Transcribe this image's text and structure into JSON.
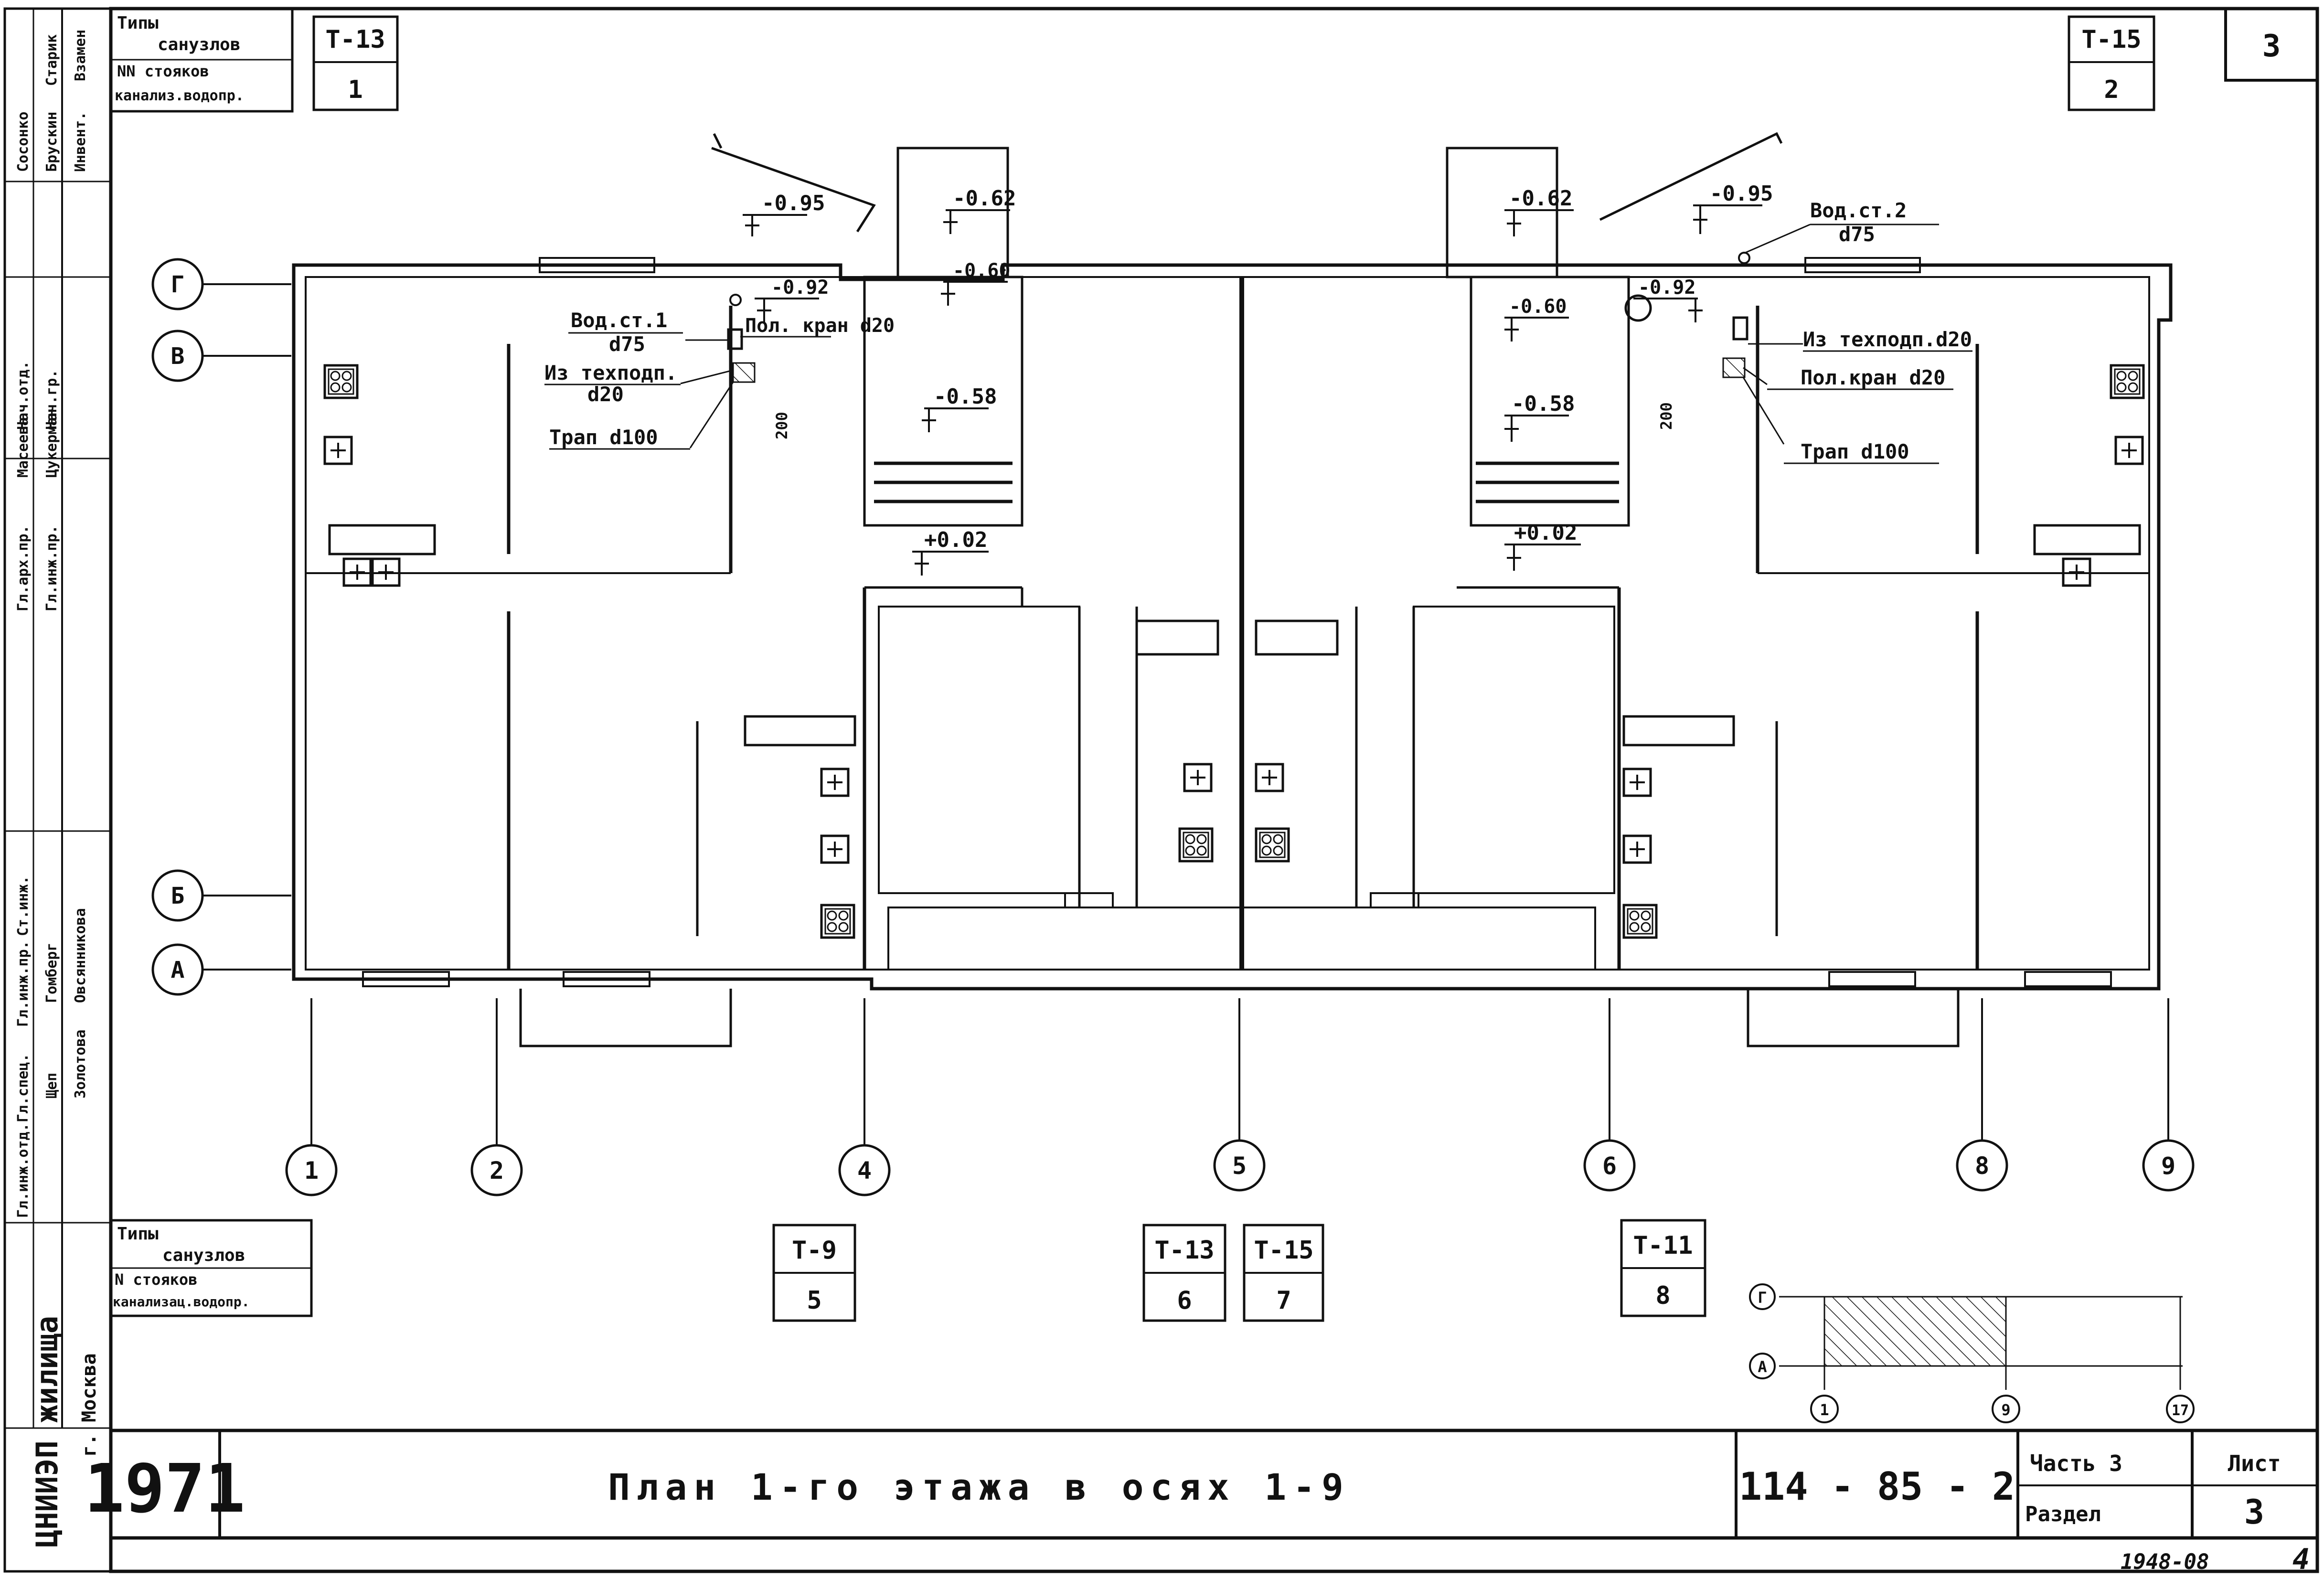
{
  "sheet_corner_number": "3",
  "top_left_block": {
    "label_line1": "Типы",
    "label_line2": "санузлов",
    "label_line3": "NN стояков",
    "label_line4": "канализ.водопр.",
    "type": "Т-13",
    "riser": "1"
  },
  "top_right_block": {
    "type": "Т-15",
    "riser": "2"
  },
  "bottom_block_label": {
    "line1": "Типы",
    "line2": "санузлов",
    "line3": "N стояков",
    "line4": "канализац.водопр."
  },
  "bottom_blocks": [
    {
      "type": "Т-9",
      "riser": "5"
    },
    {
      "type": "Т-13",
      "riser": "6"
    },
    {
      "type": "Т-15",
      "riser": "7"
    },
    {
      "type": "Т-11",
      "riser": "8"
    }
  ],
  "row_axes": [
    "Г",
    "В",
    "Б",
    "А"
  ],
  "column_axes": [
    "1",
    "2",
    "4",
    "5",
    "6",
    "8",
    "9"
  ],
  "levels": {
    "left": [
      "-0.95",
      "-0.62",
      "-0.92",
      "-0.60",
      "-0.58",
      "+0.02"
    ],
    "right": [
      "-0.62",
      "-0.95",
      "-0.60",
      "-0.92",
      "-0.58",
      "+0.02"
    ]
  },
  "callouts_left": {
    "riser": "Вод.ст.1",
    "riser_d": "d75",
    "floor_tap": "Пол. кран d20",
    "from_tech": "Из техподп.",
    "from_tech_d": "d20",
    "drain": "Трап d100",
    "dim": "200"
  },
  "callouts_right": {
    "riser": "Вод.ст.2",
    "riser_d": "d75",
    "from_tech": "Из техподп.d20",
    "floor_tap": "Пол.кран d20",
    "drain": "Трап d100",
    "dim": "200"
  },
  "key_plan": {
    "rows": [
      "Г",
      "А"
    ],
    "cols": [
      "1",
      "9",
      "17"
    ]
  },
  "title_block": {
    "year": "1971",
    "title": "План 1-го этажа в осях 1-9",
    "code": "114 - 85 - 2",
    "part": "Часть 3",
    "section": "Раздел",
    "sheet_label": "Лист",
    "sheet_number": "3"
  },
  "side_stamp": {
    "org": "ЦНИИЭП жилища",
    "city": "г. Москва",
    "roles": [
      "Гл.инж.отд.",
      "Гл.спец.",
      "Гл.инж.пр.",
      "Ст.инж.",
      "Гл.арх.пр.",
      "Гл.инж.пр.",
      "Нач.отд.",
      "Нач.гр.",
      "Инвент.",
      "Взамен"
    ],
    "names": [
      "Щеп",
      "Гомберг",
      "Золотова",
      "Овсянникова",
      "Масеева",
      "Цукерман",
      "Сосонко",
      "Брускин",
      "Старик"
    ]
  },
  "archive_number": "1948-08",
  "page_number": "4"
}
